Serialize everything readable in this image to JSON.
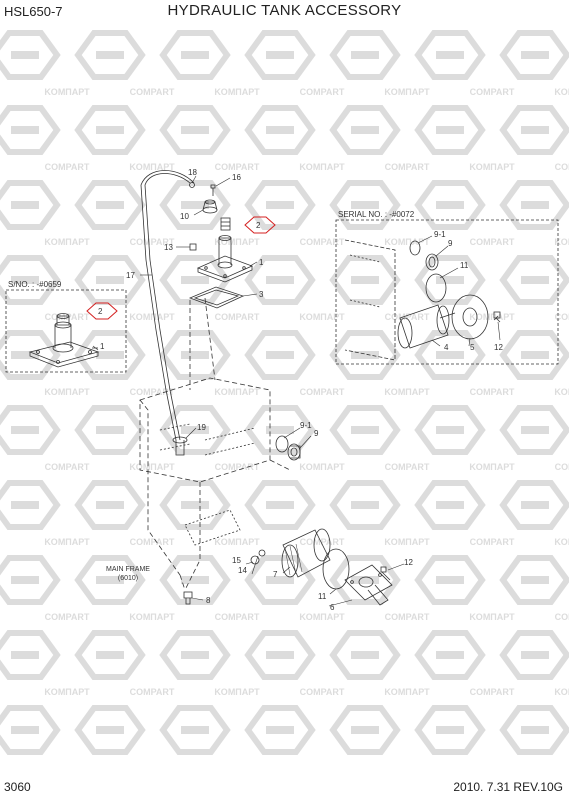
{
  "header": {
    "model": "HSL650-7",
    "title": "HYDRAULIC TANK ACCESSORY"
  },
  "footer": {
    "page_number": "3060",
    "revision": "2010. 7.31  REV.10G"
  },
  "watermark": {
    "brand_a": "KOMПАРТ",
    "brand_b": "COMPART",
    "color": "#dcdcdc"
  },
  "insets": {
    "left_note": "S/NO. : -#0659",
    "right_note": "SERIAL NO. : -#0072"
  },
  "frame_label": {
    "line1": "MAIN FRAME",
    "line2": "(6010)"
  },
  "callouts": {
    "c1a": "1",
    "c1b": "1",
    "c2a": "2",
    "c2b": "2",
    "c3": "3",
    "c4": "4",
    "c5": "5",
    "c6": "6",
    "c7": "7",
    "c8": "8",
    "c9a": "9",
    "c9b": "9",
    "c91a": "9-1",
    "c91b": "9-1",
    "c10": "10",
    "c11a": "11",
    "c11b": "11",
    "c12a": "12",
    "c12b": "12",
    "c13": "13",
    "c14": "14",
    "c15": "15",
    "c16": "16",
    "c17": "17",
    "c18": "18",
    "c19": "19"
  },
  "colors": {
    "line": "#333333",
    "highlight": "#d42020"
  }
}
